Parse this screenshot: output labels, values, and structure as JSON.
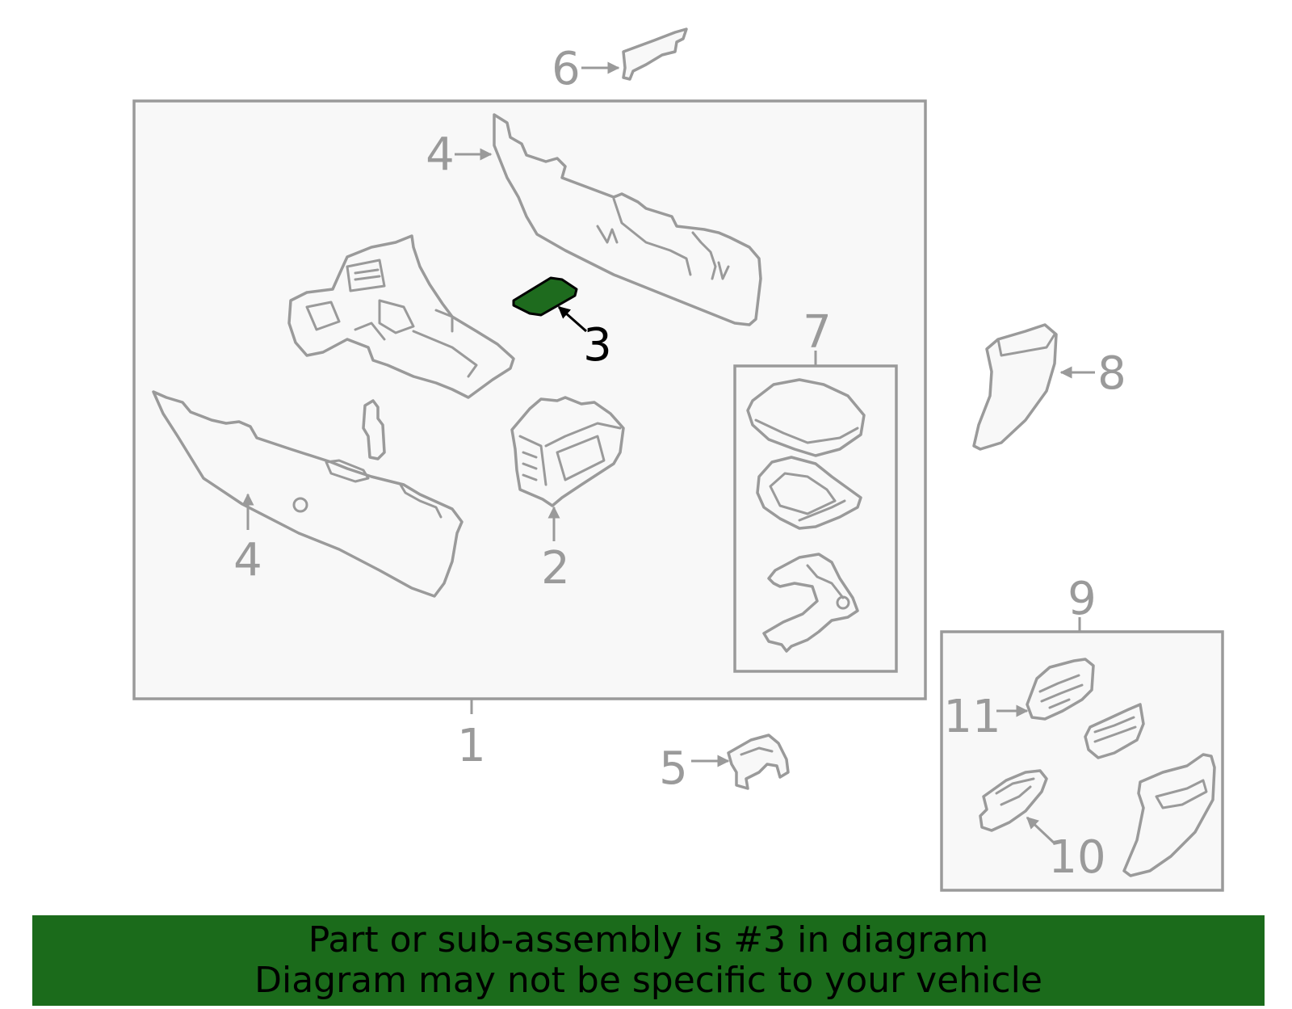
{
  "callouts": {
    "c1": "1",
    "c2": "2",
    "c3": "3",
    "c4a": "4",
    "c4b": "4",
    "c5": "5",
    "c6": "6",
    "c7": "7",
    "c8": "8",
    "c9": "9",
    "c10": "10",
    "c11": "11"
  },
  "highlighted_part": "3",
  "colors": {
    "highlight": "#1e6b1e",
    "banner": "#1b6b1b",
    "line": "#9a9a9a"
  },
  "banner": {
    "line1": "Part or sub-assembly is #3 in diagram",
    "line2": "Diagram may not be specific to your vehicle"
  }
}
